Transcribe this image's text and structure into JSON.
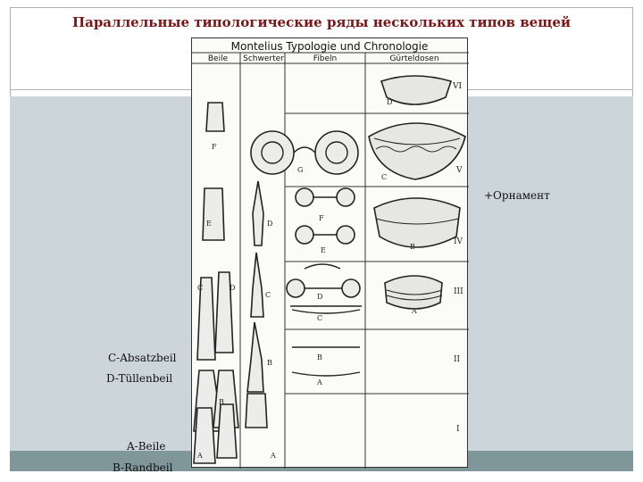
{
  "slide": {
    "title": "Параллельные типологические ряды нескольких типов вещей"
  },
  "annotations": {
    "ornament": "+Орнамент",
    "c_type": "C-Absatzbeil",
    "d_type": "D-Tüllenbeil",
    "a_type": "A-Beile",
    "b_type": "B-Randbeil"
  },
  "plate": {
    "title": "Montelius Typologie und Chronologie",
    "columns": [
      "Beile",
      "Schwerter",
      "Fibeln",
      "Gürteldosen"
    ],
    "periods": [
      "VI",
      "V",
      "IV",
      "III",
      "II",
      "I"
    ]
  },
  "colors": {
    "title": "#7a1616",
    "panel": "#ccd5d9",
    "panel_bottom": "#7f969b"
  }
}
